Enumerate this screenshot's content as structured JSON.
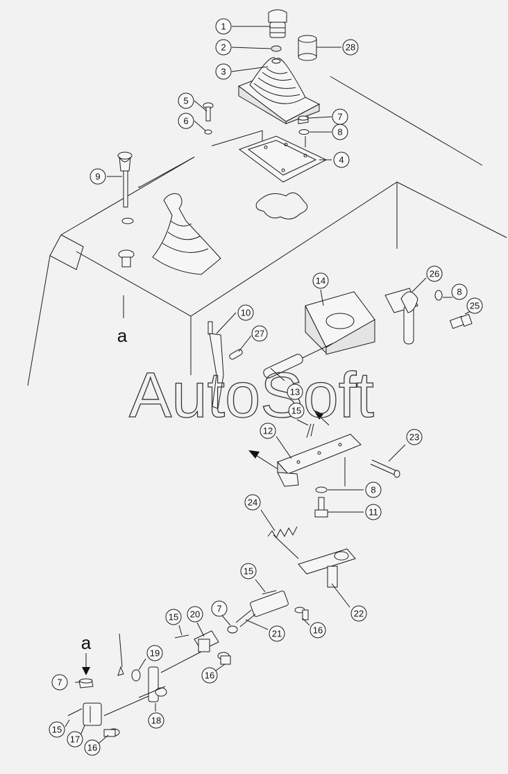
{
  "watermark": "AutoSoft",
  "view_labels": {
    "a_top": "a",
    "a_bottom": "a"
  },
  "callouts": [
    {
      "label": "1"
    },
    {
      "label": "2"
    },
    {
      "label": "3"
    },
    {
      "label": "28"
    },
    {
      "label": "5"
    },
    {
      "label": "6"
    },
    {
      "label": "7"
    },
    {
      "label": "8"
    },
    {
      "label": "4"
    },
    {
      "label": "9"
    },
    {
      "label": "14"
    },
    {
      "label": "26"
    },
    {
      "label": "8"
    },
    {
      "label": "25"
    },
    {
      "label": "10"
    },
    {
      "label": "27"
    },
    {
      "label": "13"
    },
    {
      "label": "15"
    },
    {
      "label": "12"
    },
    {
      "label": "23"
    },
    {
      "label": "8"
    },
    {
      "label": "11"
    },
    {
      "label": "24"
    },
    {
      "label": "15"
    },
    {
      "label": "22"
    },
    {
      "label": "15"
    },
    {
      "label": "20"
    },
    {
      "label": "7"
    },
    {
      "label": "21"
    },
    {
      "label": "16"
    },
    {
      "label": "19"
    },
    {
      "label": "16"
    },
    {
      "label": "7"
    },
    {
      "label": "18"
    },
    {
      "label": "15"
    },
    {
      "label": "17"
    },
    {
      "label": "16"
    }
  ]
}
